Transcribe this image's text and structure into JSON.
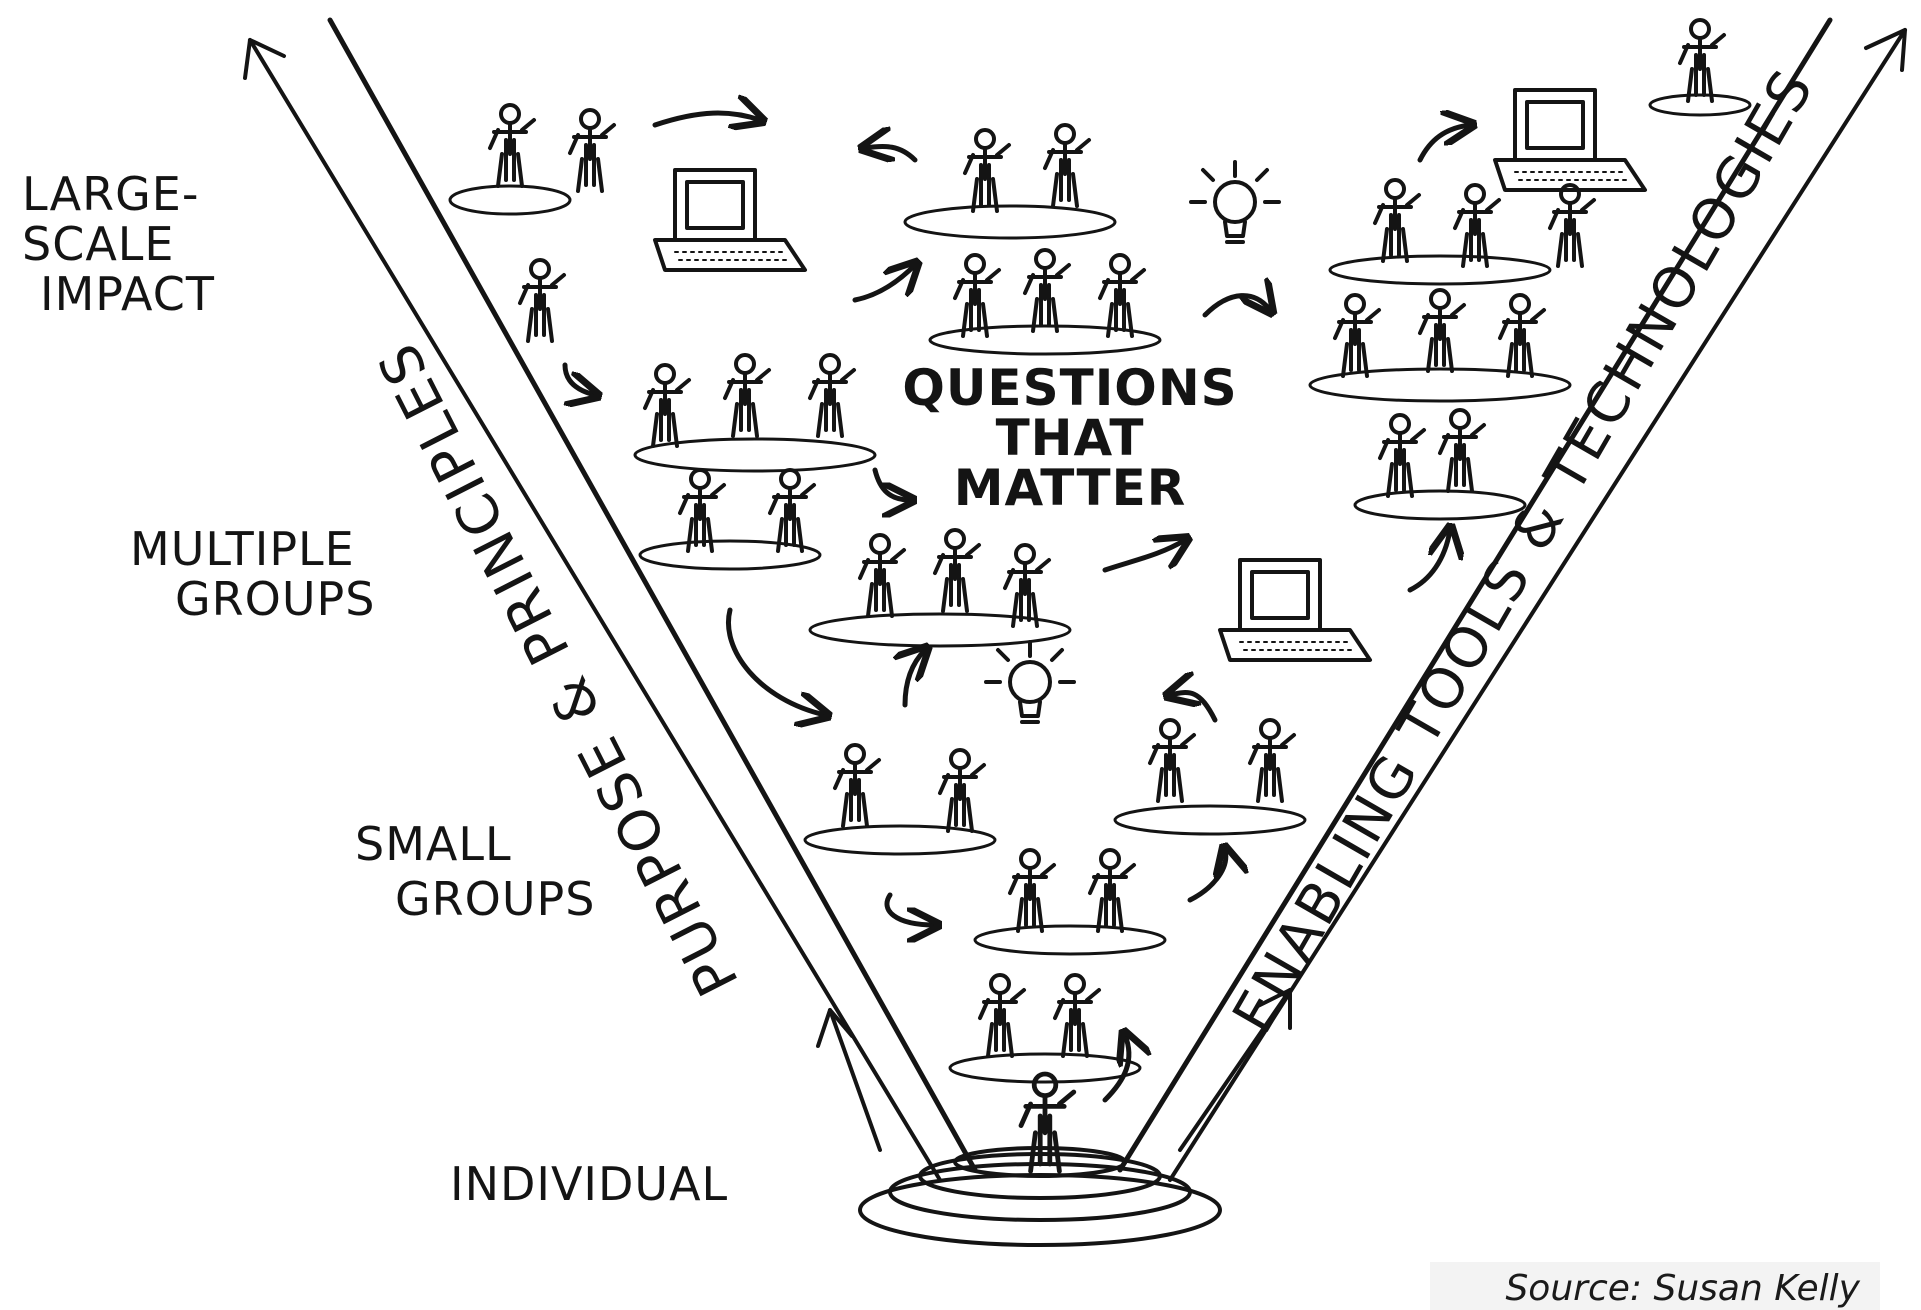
{
  "levels": {
    "large_scale_line1": "LARGE-",
    "large_scale_line2": "SCALE",
    "large_scale_line3": "IMPACT",
    "multiple_line1": "MULTIPLE",
    "multiple_line2": "GROUPS",
    "small_line1": "SMALL",
    "small_line2": "GROUPS",
    "individual": "INDIVIDUAL"
  },
  "center": {
    "line1": "QUESTIONS",
    "line2": "THAT",
    "line3": "MATTER"
  },
  "arms": {
    "left": "PURPOSE & PRINCIPLES",
    "right": "ENABLING TOOLS & TECHNOLOGIES"
  },
  "source": "Source: Susan Kelly"
}
